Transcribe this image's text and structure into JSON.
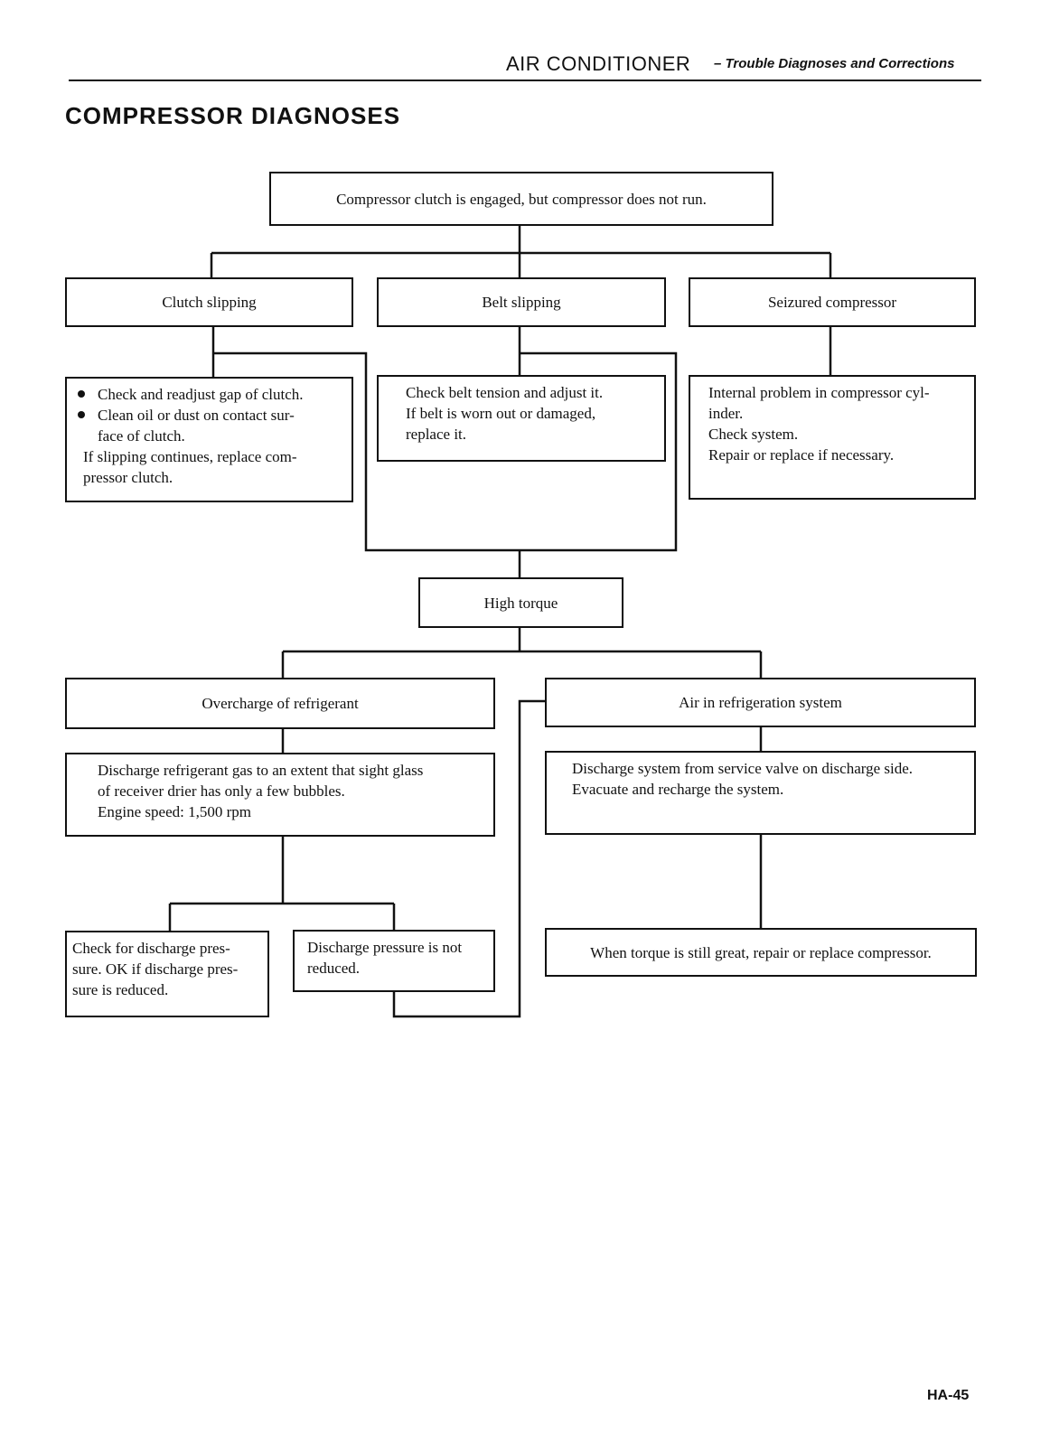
{
  "header": {
    "section": "AIR CONDITIONER",
    "dash": "–",
    "subsection": "Trouble Diagnoses and Corrections"
  },
  "title": "COMPRESSOR DIAGNOSES",
  "flow": {
    "root": "Compressor clutch is engaged, but compressor does not run.",
    "causes": {
      "clutch": "Clutch slipping",
      "belt": "Belt slipping",
      "seized": "Seizured compressor"
    },
    "clutch_action": {
      "bullets": [
        "Check and readjust gap of clutch.",
        "Clean oil or dust on contact sur-",
        "face of clutch."
      ],
      "line1": "If slipping continues, replace com-",
      "line2": "pressor clutch."
    },
    "belt_action": [
      "Check belt tension and adjust it.",
      "If belt is worn out or damaged,",
      "replace it."
    ],
    "seized_action": [
      "Internal problem in compressor cyl-",
      "inder.",
      "Check system.",
      "Repair or replace if necessary."
    ],
    "high_torque": "High torque",
    "overcharge": "Overcharge of refrigerant",
    "air": "Air in refrigeration system",
    "overcharge_action": [
      "Discharge refrigerant gas to an extent that sight glass",
      "of receiver drier has only a few bubbles.",
      "Engine speed:  1,500 rpm"
    ],
    "air_action": [
      "Discharge system from service valve on discharge side.",
      "Evacuate and recharge the system."
    ],
    "check_pressure": [
      "Check for discharge pres-",
      "sure.  OK if discharge pres-",
      "sure is reduced."
    ],
    "not_reduced": [
      "Discharge pressure is not",
      "reduced."
    ],
    "final": "When torque is still great, repair or replace compressor."
  },
  "page_number": "HA-45"
}
